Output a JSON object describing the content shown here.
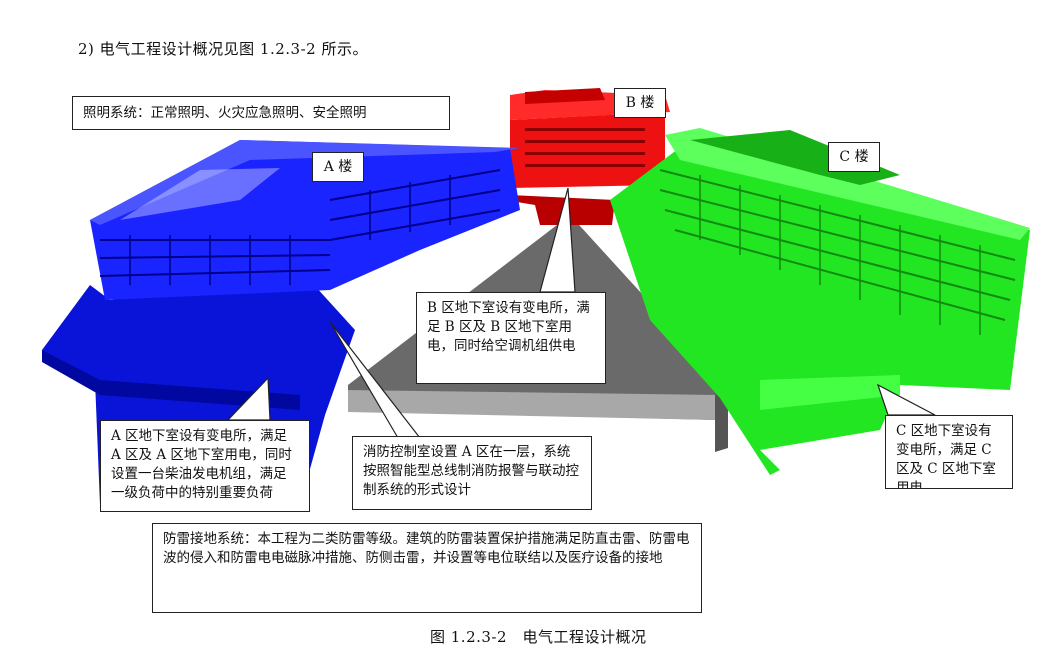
{
  "heading": "2) 电气工程设计概况见图 1.2.3-2 所示。",
  "labels": {
    "building_a": "A 楼",
    "building_b": "B 楼",
    "building_c": "C 楼"
  },
  "callouts": {
    "lighting": "照明系统：正常照明、火灾应急照明、安全照明",
    "b_substation": "B 区地下室设有变电所，满足 B 区及 B 区地下室用电，同时给空调机组供电",
    "a_substation": "A 区地下室设有变电所，满足 A 区及 A 区地下室用电，同时设置一台柴油发电机组，满足一级负荷中的特别重要负荷",
    "fire_control": "消防控制室设置 A 区在一层，系统按照智能型总线制消防报警与联动控制系统的形式设计",
    "c_substation": "C 区地下室设有变电所，满足 C 区及 C 区地下室用电",
    "lightning": "防雷接地系统：本工程为二类防雷等级。建筑的防雷装置保护措施满足防直击雷、防雷电波的侵入和防雷电电磁脉冲措施、防侧击雷，并设置等电位联结以及医疗设备的接地"
  },
  "caption": "图 1.2.3-2　电气工程设计概况",
  "colors": {
    "building_a": "#0a14d8",
    "building_b": "#ee1111",
    "building_c": "#22e622",
    "ground": "#6a6a6a"
  }
}
